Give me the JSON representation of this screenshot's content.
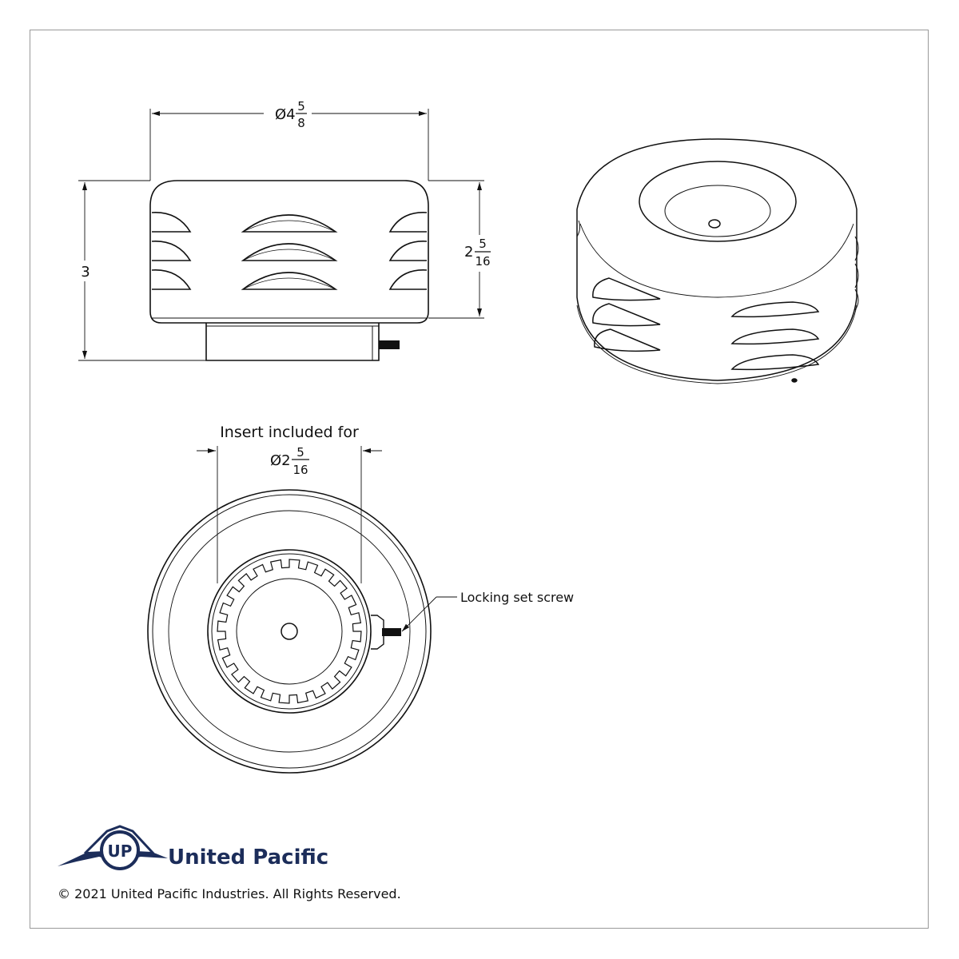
{
  "dimensions": {
    "overall_diameter": {
      "prefix": "Ø4",
      "num": "5",
      "den": "8"
    },
    "overall_height": "3",
    "body_height": {
      "prefix": "2",
      "num": "5",
      "den": "16"
    },
    "insert_note": "Insert included for",
    "insert_diameter": {
      "prefix": "Ø2",
      "num": "5",
      "den": "16"
    }
  },
  "callouts": {
    "set_screw": "Locking set screw"
  },
  "branding": {
    "company": "United Pacific",
    "copyright": "© 2021 United Pacific Industries. All Rights Reserved.",
    "logo_letters": "UP"
  },
  "colors": {
    "line": "#111111",
    "brand_navy": "#1c2d5a",
    "frame": "#999999"
  }
}
